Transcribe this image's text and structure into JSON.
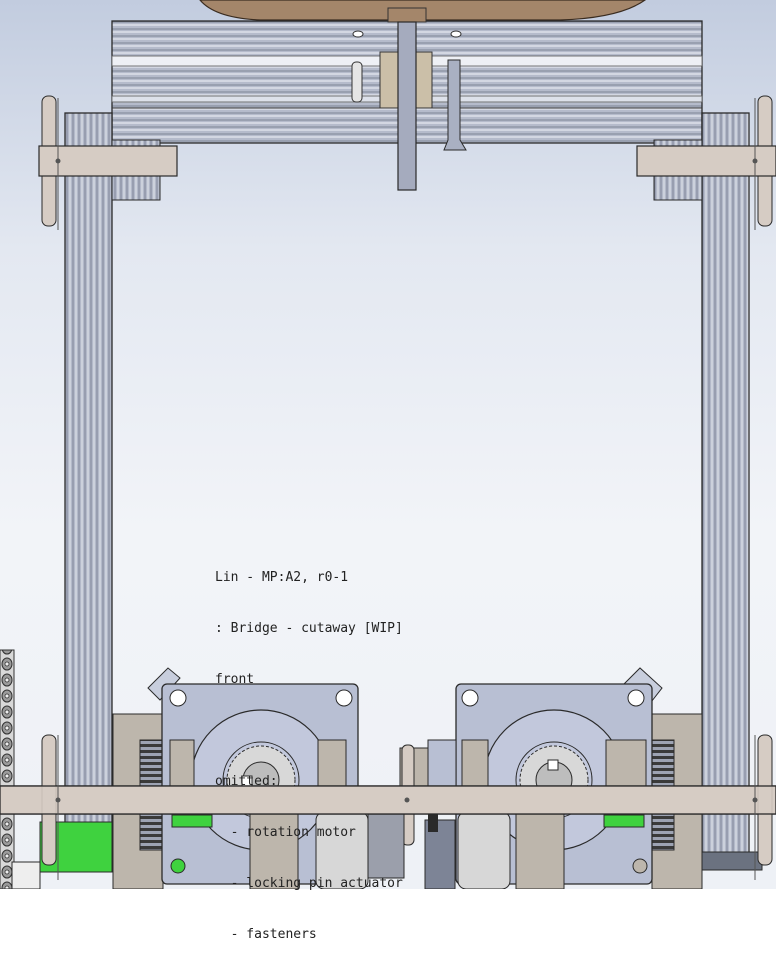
{
  "drawing_note": {
    "lines": [
      "Lin - MP:A2, r0-1",
      ": Bridge - cutaway [WIP]",
      "front",
      "",
      "omitted:",
      "  - rotation motor",
      "  - locking pin actuator",
      "  - fasteners"
    ]
  },
  "colors": {
    "background_top": "#c2ccdf",
    "background_bottom": "#eef1f6",
    "aluminum_extrusion": "#a9b0c2",
    "beam_tan": "#d6ccc4",
    "motor_body": "#b8bfd3",
    "bracket_gray": "#bdb6ac",
    "highlight_green": "#3fd23f",
    "wood_top": "#a4866a",
    "line": "#2a2a2a"
  }
}
